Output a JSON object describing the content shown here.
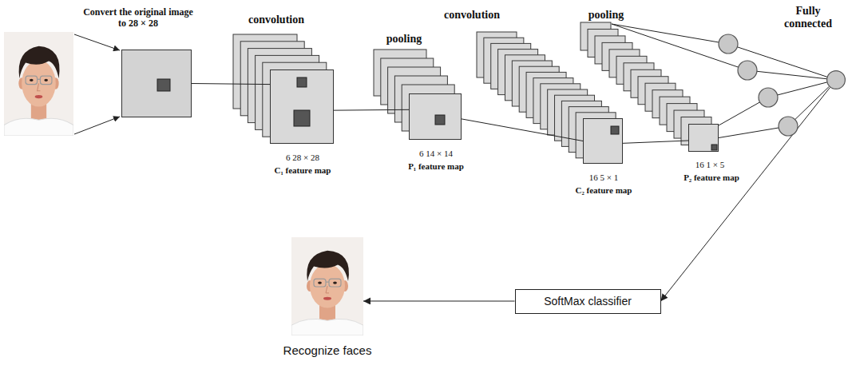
{
  "diagram": {
    "nodes": [
      {
        "text": [
          "Convert the original image to 28 × 28"
        ]
      },
      {
        "text": [
          "convolution",
          "6 28 × 28",
          "C₁ feature map"
        ]
      },
      {
        "text": [
          "pooling",
          "6 14 × 14",
          "P₁ feature map"
        ]
      },
      {
        "text": [
          "convolution",
          "16 5 × 1",
          "C₂ feature map"
        ]
      },
      {
        "text": [
          "pooling",
          "16 1 × 5",
          "P₂ feature map"
        ]
      },
      {
        "text": [
          "Fully connected"
        ]
      },
      {
        "text": [
          "SoftMax classifier"
        ]
      },
      {
        "text": [
          "Recognize faces"
        ]
      }
    ],
    "edges": [
      {
        "from": 0,
        "to": 1,
        "arrow": "none"
      },
      {
        "from": 1,
        "to": 2,
        "arrow": "none"
      },
      {
        "from": 2,
        "to": 3,
        "arrow": "none"
      },
      {
        "from": 3,
        "to": 4,
        "arrow": "none"
      },
      {
        "from": 4,
        "to": 5,
        "arrow": "none"
      },
      {
        "from": 5,
        "to": 6,
        "arrow": "to"
      },
      {
        "from": 6,
        "to": 7,
        "arrow": "to"
      }
    ]
  }
}
